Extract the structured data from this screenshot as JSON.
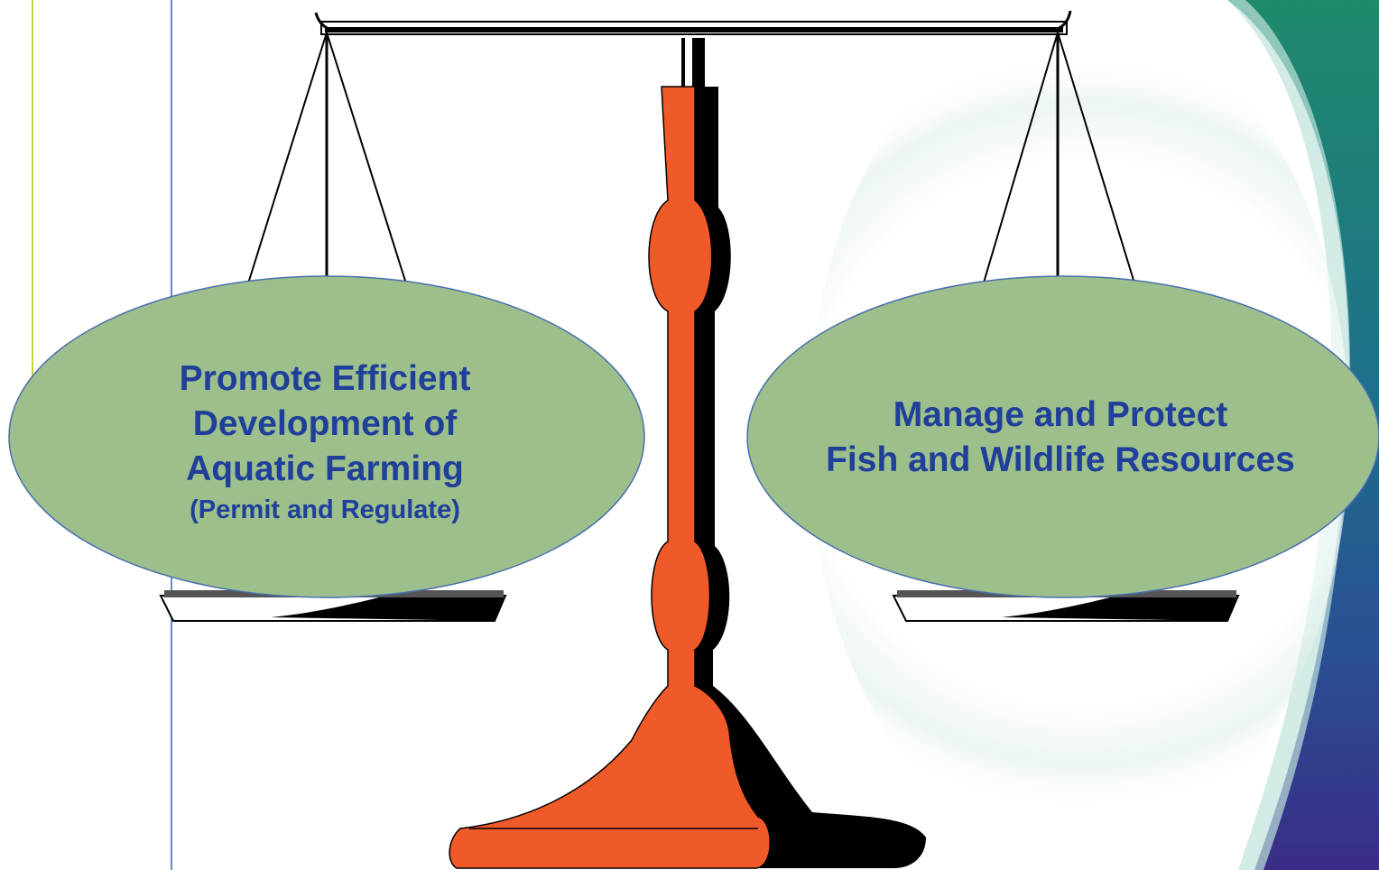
{
  "left_pan": {
    "lines": [
      "Promote Efficient",
      "Development of",
      "Aquatic Farming"
    ],
    "note": "(Permit and Regulate)"
  },
  "right_pan": {
    "lines": [
      "Manage and Protect",
      "Fish and Wildlife Resources"
    ]
  },
  "colors": {
    "ellipse_fill": "#9dbf8c",
    "ellipse_stroke": "#4a6fb0",
    "text": "#1f3f9a",
    "post_orange": "#f05a28",
    "post_shadow": "#000000",
    "guide_green": "#b5c800",
    "guide_blue": "#3b5fb5"
  }
}
